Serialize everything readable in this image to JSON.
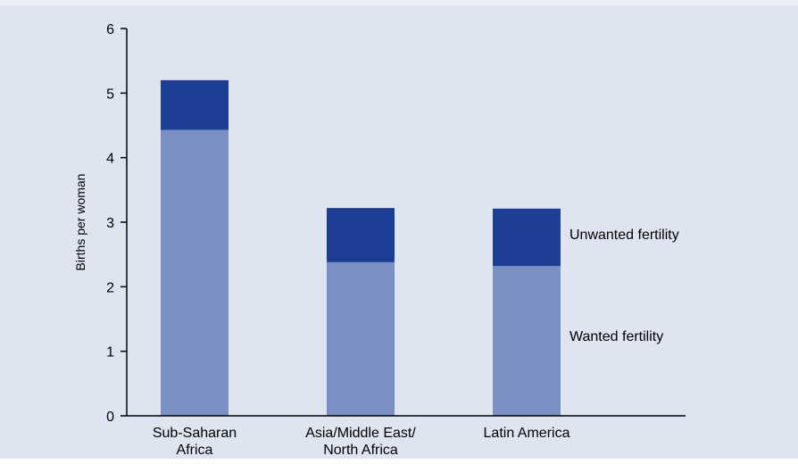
{
  "chart_data": {
    "type": "bar",
    "stacked": true,
    "categories": [
      [
        "Sub-Saharan",
        "Africa"
      ],
      [
        "Asia/Middle East/",
        "North Africa"
      ],
      [
        "Latin America"
      ]
    ],
    "series": [
      {
        "name": "Wanted fertility",
        "values": [
          4.43,
          2.38,
          2.32
        ],
        "color": "#7a8fc2"
      },
      {
        "name": "Unwanted fertility",
        "values": [
          0.77,
          0.84,
          0.89
        ],
        "color": "#1c3f95"
      }
    ],
    "ylabel": "Births per woman",
    "xlabel": "",
    "title": "",
    "ylim": [
      0,
      6
    ],
    "yticks": [
      0,
      1,
      2,
      3,
      4,
      5,
      6
    ],
    "legend_placement": "inline-right",
    "grid": false,
    "background_color": "#dfe4f1"
  }
}
